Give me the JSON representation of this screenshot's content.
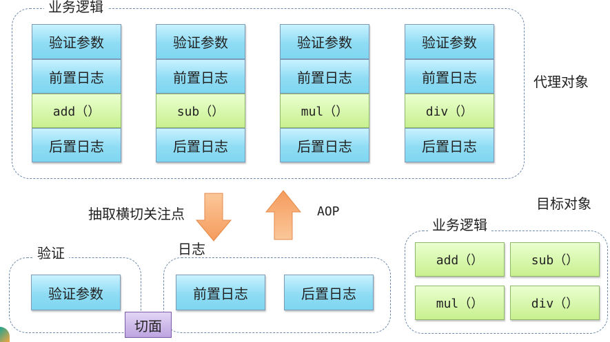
{
  "top": {
    "title": "业务逻辑",
    "columns": [
      {
        "validate": "验证参数",
        "before": "前置日志",
        "method": "add（）",
        "after": "后置日志"
      },
      {
        "validate": "验证参数",
        "before": "前置日志",
        "method": "sub（）",
        "after": "后置日志"
      },
      {
        "validate": "验证参数",
        "before": "前置日志",
        "method": "mul（）",
        "after": "后置日志"
      },
      {
        "validate": "验证参数",
        "before": "前置日志",
        "method": "div（）",
        "after": "后置日志"
      }
    ]
  },
  "proxy_label": "代理对象",
  "target_label": "目标对象",
  "extract_label": "抽取横切关注点",
  "aop_label": "AOP",
  "validation_group": {
    "title": "验证",
    "item": "验证参数"
  },
  "log_group": {
    "title": "日志",
    "before": "前置日志",
    "after": "后置日志"
  },
  "aspect_label": "切面",
  "target_group": {
    "title": "业务逻辑",
    "methods": [
      "add（）",
      "sub（）",
      "mul（）",
      "div（）"
    ]
  },
  "colors": {
    "arrow": "#f7a96a",
    "dash": "#6a86a8",
    "box": "#8fdcf4",
    "method": "#c8f08f",
    "aspect": "#bda4e0"
  },
  "icons": {
    "down_arrow": "down-arrow-icon",
    "up_arrow": "up-arrow-icon"
  }
}
